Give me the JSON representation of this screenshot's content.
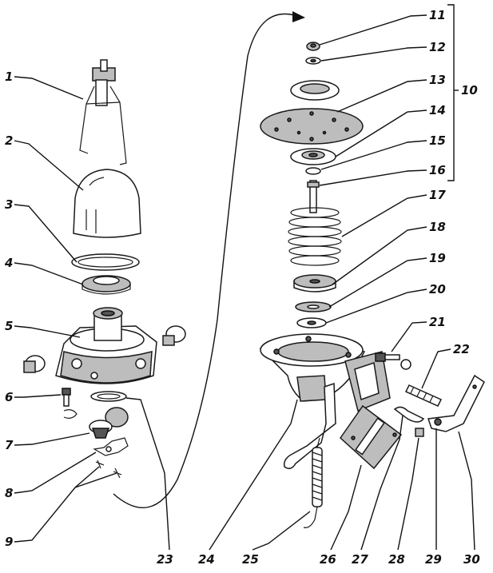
{
  "callouts": {
    "c1": "1",
    "c2": "2",
    "c3": "3",
    "c4": "4",
    "c5": "5",
    "c6": "6",
    "c7": "7",
    "c8": "8",
    "c9": "9",
    "c10": "10",
    "c11": "11",
    "c12": "12",
    "c13": "13",
    "c14": "14",
    "c15": "15",
    "c16": "16",
    "c17": "17",
    "c18": "18",
    "c19": "19",
    "c20": "20",
    "c21": "21",
    "c22": "22",
    "c23": "23",
    "c24": "24",
    "c25": "25",
    "c26": "26",
    "c27": "27",
    "c28": "28",
    "c29": "29",
    "c30": "30"
  },
  "colors": {
    "ink": "#111111",
    "shade": "#bdbdbd",
    "dark_shade": "#555555",
    "background": "#ffffff"
  }
}
